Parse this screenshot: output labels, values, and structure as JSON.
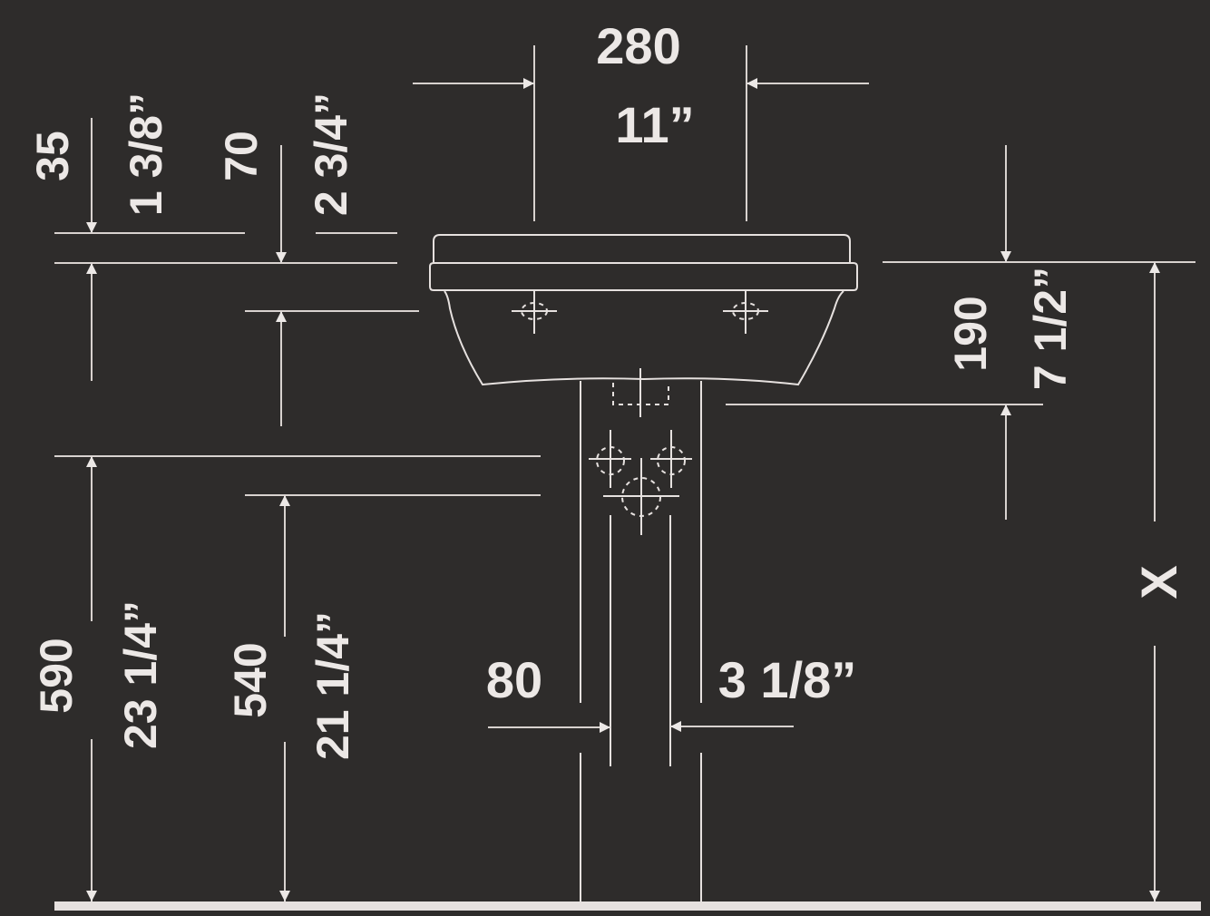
{
  "drawing": {
    "subject": "Pedestal washbasin – front elevation dimensions",
    "background_color": "#2e2c2b",
    "line_color": "#e6e1df"
  },
  "dimensions": {
    "width_mm": "280",
    "width_in": "11”",
    "rim_mm": "35",
    "rim_in": "1 3/8”",
    "overflow_mm": "70",
    "overflow_in": "2 3/4”",
    "depth_mm": "190",
    "depth_in": "7 1/2”",
    "height_a_mm": "590",
    "height_a_in": "23 1/4”",
    "height_b_mm": "540",
    "height_b_in": "21 1/4”",
    "pedestal_mm": "80",
    "pedestal_in": "3 1/8”",
    "variable_height": "X"
  }
}
